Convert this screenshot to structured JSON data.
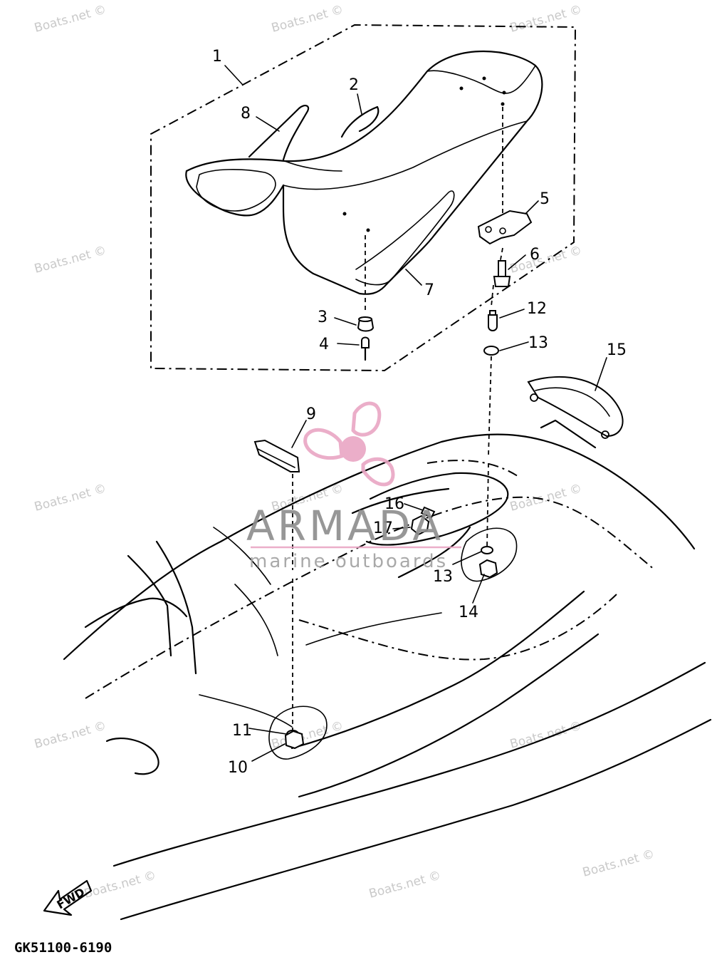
{
  "watermarks": [
    "Boats.net ©",
    "Boats.net ©",
    "Boats.net ©",
    "Boats.net ©",
    "Boats.net ©",
    "Boats.net ©",
    "Boats.net ©",
    "Boats.net ©",
    "Boats.net ©",
    "Boats.net ©",
    "Boats.net ©",
    "Boats.net ©",
    "Boats.net ©",
    "Boats.net ©"
  ],
  "brand": {
    "name": "ARMADA",
    "tagline": "marine outboards",
    "accent_color": "#e9a6c4"
  },
  "callouts": [
    "1",
    "2",
    "3",
    "4",
    "5",
    "6",
    "7",
    "8",
    "9",
    "10",
    "11",
    "12",
    "13",
    "13",
    "14",
    "15",
    "16",
    "17"
  ],
  "forward_label": "FWD",
  "diagram_code": "GK51100-6190"
}
